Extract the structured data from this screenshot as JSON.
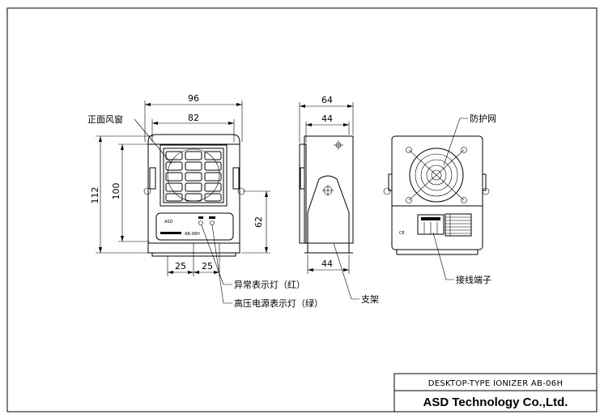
{
  "front_view": {
    "dim_width_outer": "96",
    "dim_width_inner": "82",
    "dim_height_total": "112",
    "dim_height_body": "100",
    "dim_height_right": "62",
    "dim_spacing_left": "25",
    "dim_spacing_right": "25",
    "panel_logo": "ASD",
    "panel_model": "AB-06H",
    "label_front_grille": "正面风窗",
    "label_alarm_lamp": "异常表示灯（红）",
    "label_power_lamp": "高压电源表示灯（绿）"
  },
  "side_view": {
    "dim_top_outer": "64",
    "dim_top_inner": "44",
    "dim_bottom": "44",
    "label_stand": "支架"
  },
  "back_view": {
    "label_guard": "防护网",
    "label_terminal": "接线端子",
    "badge": "CE"
  },
  "title_block": {
    "product": "DESKTOP-TYPE IONIZER AB-06H",
    "company": "ASD Technology Co.,Ltd."
  }
}
